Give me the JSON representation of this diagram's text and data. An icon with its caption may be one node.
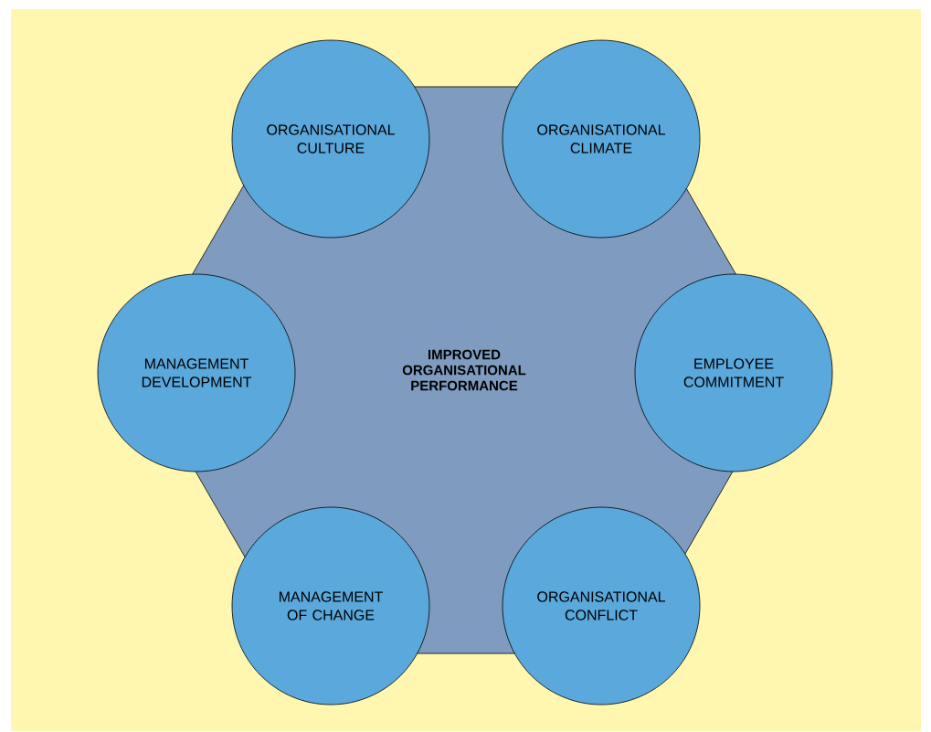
{
  "diagram": {
    "nodes": [
      {
        "text": [
          "IMPROVED ORGANISATIONAL PERFORMANCE"
        ]
      },
      {
        "text": [
          "ORGANISATIONAL CULTURE"
        ]
      },
      {
        "text": [
          "ORGANISATIONAL CLIMATE"
        ]
      },
      {
        "text": [
          "MANAGEMENT DEVELOPMENT"
        ]
      },
      {
        "text": [
          "EMPLOYEE COMMITMENT"
        ]
      },
      {
        "text": [
          "MANAGEMENT OF CHANGE"
        ]
      },
      {
        "text": [
          "ORGANISATIONAL CONFLICT"
        ]
      }
    ]
  }
}
